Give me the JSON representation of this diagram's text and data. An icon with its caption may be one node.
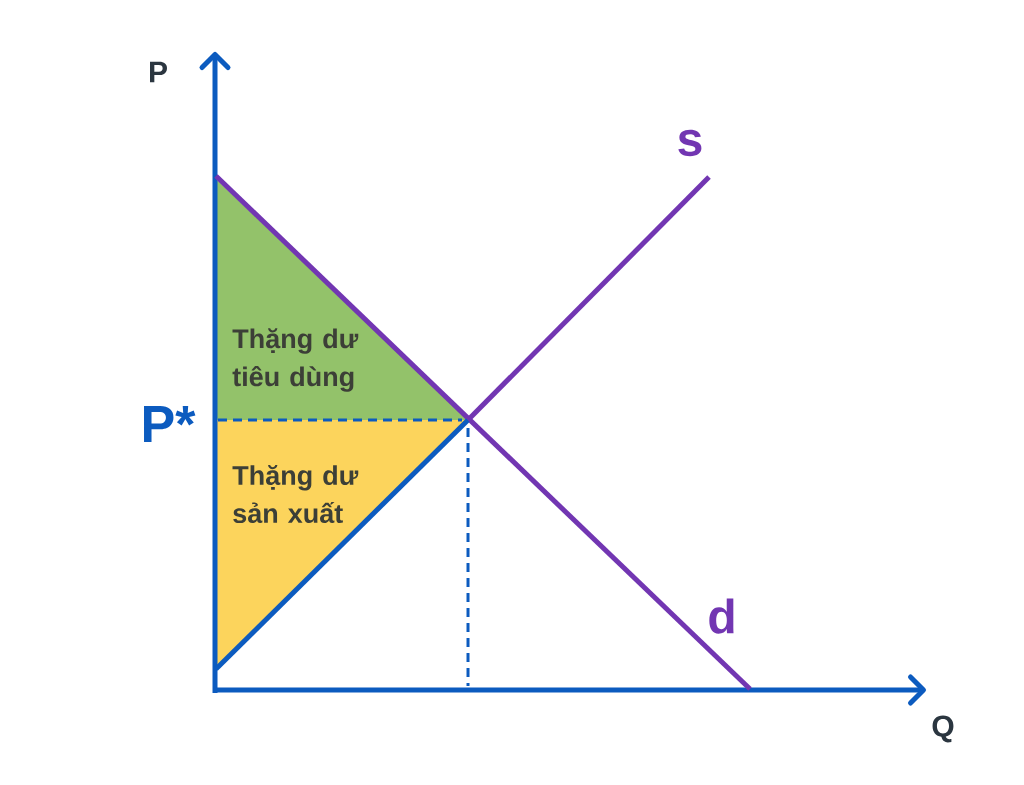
{
  "diagram": {
    "nodes": [
      {
        "text": [
          "Thặng dư tiêu dùng"
        ]
      },
      {
        "text": [
          "Thặng dư sản xuất"
        ]
      }
    ],
    "labels": [
      "P",
      "s",
      "P*",
      "d",
      "Q"
    ]
  }
}
